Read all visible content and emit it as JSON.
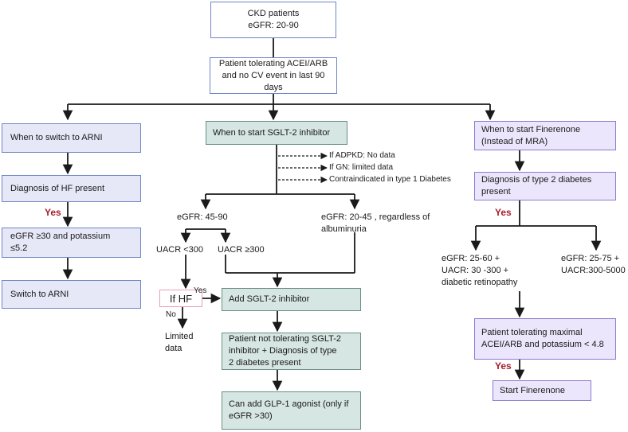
{
  "top": {
    "ckd": "CKD patients\neGFR: 20-90",
    "tolerating": "Patient tolerating ACEI/ARB\nand no CV event in last 90\ndays"
  },
  "arni": {
    "when": "When to switch to ARNI",
    "hf_present": "Diagnosis of HF present",
    "yes": "Yes",
    "egfr": "eGFR ≥30  and potassium\n≤5.2",
    "switch": "Switch to ARNI"
  },
  "sglt2": {
    "when": "When to start SGLT-2 inhibitor",
    "notes": [
      "If ADPKD: No data",
      "If GN: limited data",
      "Contraindicated in type 1 Diabetes"
    ],
    "egfr_45_90": "eGFR: 45-90",
    "egfr_20_45": "eGFR: 20-45 , regardless of\nalbuminuria",
    "uacr_lt300": "UACR <300",
    "uacr_ge300": "UACR ≥300",
    "if_hf": "If HF",
    "yes_small": "Yes",
    "no_small": "No",
    "limited": "Limited\ndata",
    "add": "Add SGLT-2 inhibitor",
    "not_tolerating": "Patient not tolerating SGLT-2\ninhibitor +  Diagnosis of type\n2 diabetes present",
    "glp1": "Can add GLP-1 agonist (only if\neGFR >30)"
  },
  "finerenone": {
    "when": "When to start  Finerenone\n(Instead of MRA)",
    "t2d": "Diagnosis of type 2 diabetes\npresent",
    "yes": "Yes",
    "left": "eGFR: 25-60  +\nUACR: 30 -300 +\ndiabetic retinopathy",
    "right": "eGFR: 25-75 +\nUACR:300-5000",
    "maximal": "Patient tolerating maximal\nACEI/ARB and potassium < 4.8",
    "yes2": "Yes",
    "start": "Start Finerenone"
  },
  "colors": {
    "blue_fill": "#e6e8f8",
    "green_fill": "#d6e6e2",
    "purple_fill": "#ebe6fb",
    "yes_text": "#a51d2d",
    "hf_border": "#e8a0b4"
  }
}
